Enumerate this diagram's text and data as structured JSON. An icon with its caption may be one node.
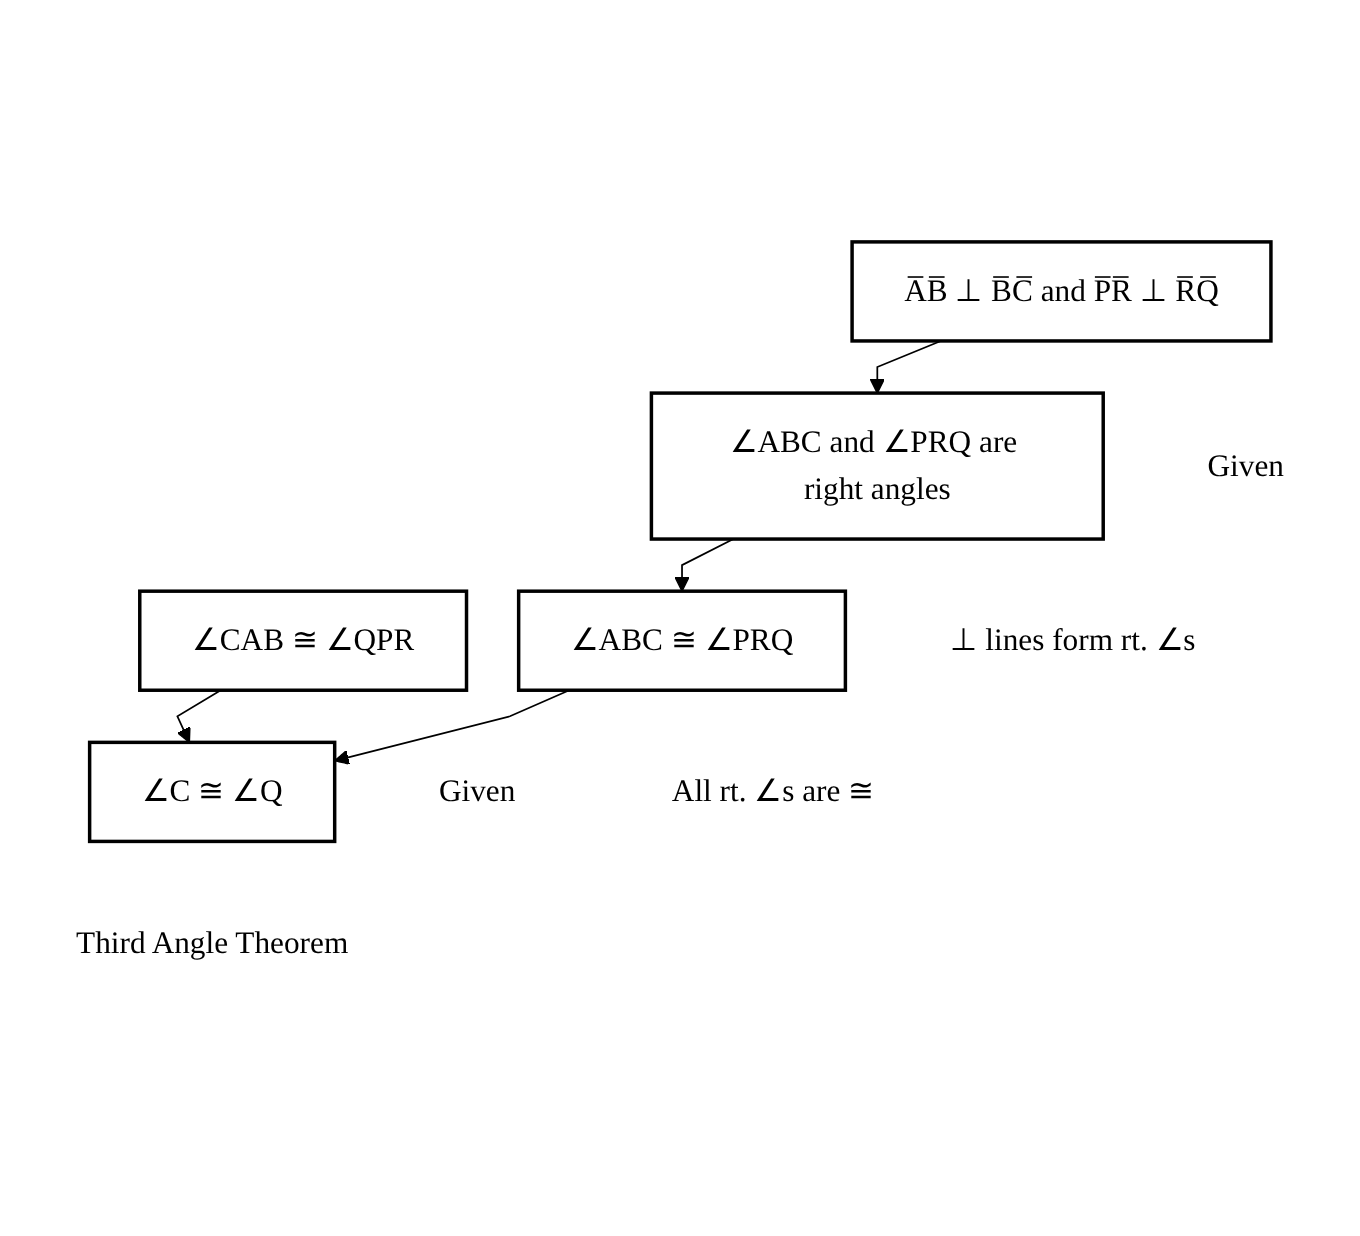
{
  "diagram": {
    "nodes": [
      {
        "text": [
          "A̅B̅ ⊥ B̅C̅ and P̅R̅ ⊥ R̅Q̅"
        ],
        "beside": [
          "Given"
        ]
      },
      {
        "text": [
          "∠ABC and ∠PRQ are right angles"
        ],
        "beside": [
          "⊥ lines form rt. ∠s"
        ]
      },
      {
        "text": [
          "∠CAB ≅ ∠QPR"
        ],
        "beside": [
          "Given"
        ]
      },
      {
        "text": [
          "∠ABC ≅ ∠PRQ"
        ],
        "beside": [
          "All rt. ∠s are ≅"
        ]
      },
      {
        "text": [
          "∠C ≅ ∠Q"
        ],
        "beside": [
          "Third Angle Theorem"
        ]
      }
    ],
    "edges": [
      {
        "from": 0,
        "to": 1,
        "arrow": "to"
      },
      {
        "from": 1,
        "to": 3,
        "arrow": "to"
      },
      {
        "from": 3,
        "to": 4,
        "arrow": "to"
      },
      {
        "from": 2,
        "to": 4,
        "arrow": "to"
      }
    ]
  }
}
